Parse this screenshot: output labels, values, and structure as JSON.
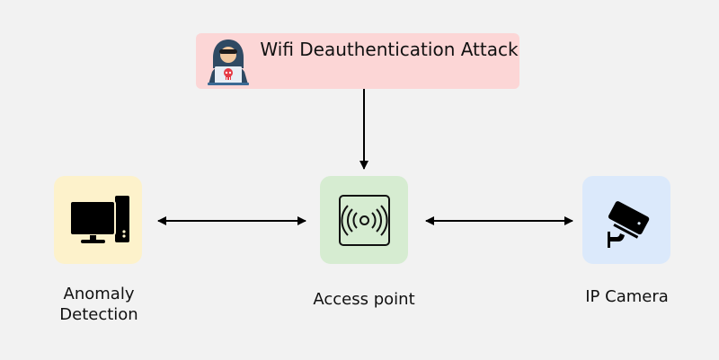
{
  "attack": {
    "title": "Wifi Deauthentication Attack",
    "icon": "hacker-icon",
    "color": "#fcd6d6"
  },
  "nodes": [
    {
      "id": "anomaly",
      "label": "Anomaly Detection",
      "icon": "desktop-computer-icon",
      "color": "#fdf2cb"
    },
    {
      "id": "access_point",
      "label": "Access point",
      "icon": "wireless-signal-icon",
      "color": "#d6ecd1"
    },
    {
      "id": "ip_camera",
      "label": "IP Camera",
      "icon": "security-camera-icon",
      "color": "#dbe9fb"
    }
  ],
  "edges": [
    {
      "from": "attack",
      "to": "access_point",
      "direction": "one-way"
    },
    {
      "from": "anomaly",
      "to": "access_point",
      "direction": "bidirectional"
    },
    {
      "from": "access_point",
      "to": "ip_camera",
      "direction": "bidirectional"
    }
  ]
}
